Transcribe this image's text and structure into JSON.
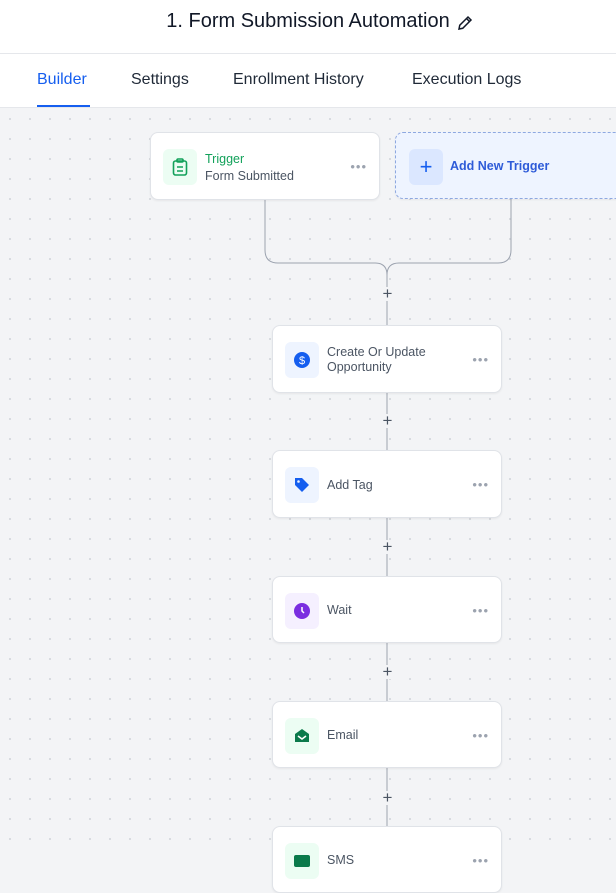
{
  "header": {
    "title": "1. Form Submission Automation",
    "edit_icon": "pencil-icon"
  },
  "tabs": [
    {
      "label": "Builder",
      "active": true
    },
    {
      "label": "Settings"
    },
    {
      "label": "Enrollment History"
    },
    {
      "label": "Execution Logs"
    }
  ],
  "trigger": {
    "title": "Trigger",
    "subtitle": "Form Submitted",
    "icon": "clipboard-icon",
    "color": "#12a15a"
  },
  "add_trigger": {
    "label": "Add New Trigger",
    "icon": "plus-icon",
    "color": "#155eef"
  },
  "actions": [
    {
      "label": "Create Or Update Opportunity",
      "icon": "dollar-icon",
      "color": "#155eef"
    },
    {
      "label": "Add Tag",
      "icon": "tag-icon",
      "color": "#155eef"
    },
    {
      "label": "Wait",
      "icon": "clock-icon",
      "color": "#7a2ee0"
    },
    {
      "label": "Email",
      "icon": "envelope-icon",
      "color": "#0b7a4b"
    },
    {
      "label": "SMS",
      "icon": "sms-icon",
      "color": "#0b7a4b"
    }
  ],
  "add_step_label": "+",
  "more_label": "•••"
}
